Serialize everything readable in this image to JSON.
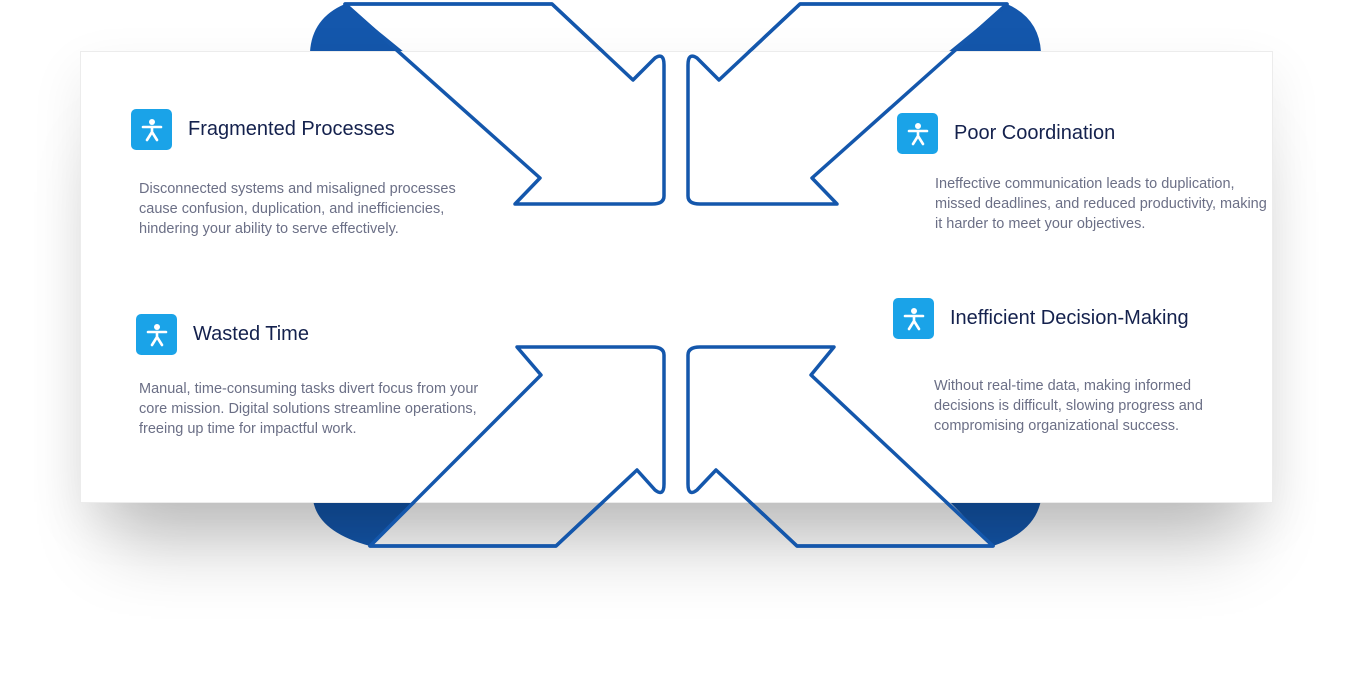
{
  "items": [
    {
      "title": "Fragmented Processes",
      "description": "Disconnected systems and misaligned processes cause confusion, duplication, and inefficiencies, hindering your ability to serve effectively.",
      "icon": "accessibility-person-icon"
    },
    {
      "title": "Poor Coordination",
      "description": "Ineffective communication leads to duplication, missed deadlines, and reduced productivity, making it harder to meet your objectives.",
      "icon": "accessibility-person-icon"
    },
    {
      "title": "Wasted Time",
      "description": "Manual, time-consuming tasks divert focus from your core mission. Digital solutions streamline operations, freeing up time for impactful work.",
      "icon": "accessibility-person-icon"
    },
    {
      "title": "Inefficient Decision-Making",
      "description": "Without real-time data, making informed decisions is difficult, slowing progress and compromising organizational success.",
      "icon": "accessibility-person-icon"
    }
  ],
  "colors": {
    "arrow_stroke": "#1457ac",
    "arrow_fill": "#1457ac",
    "icon_bg": "#1aa3e8",
    "title_text": "#14214d",
    "body_text": "#6b6f86"
  }
}
